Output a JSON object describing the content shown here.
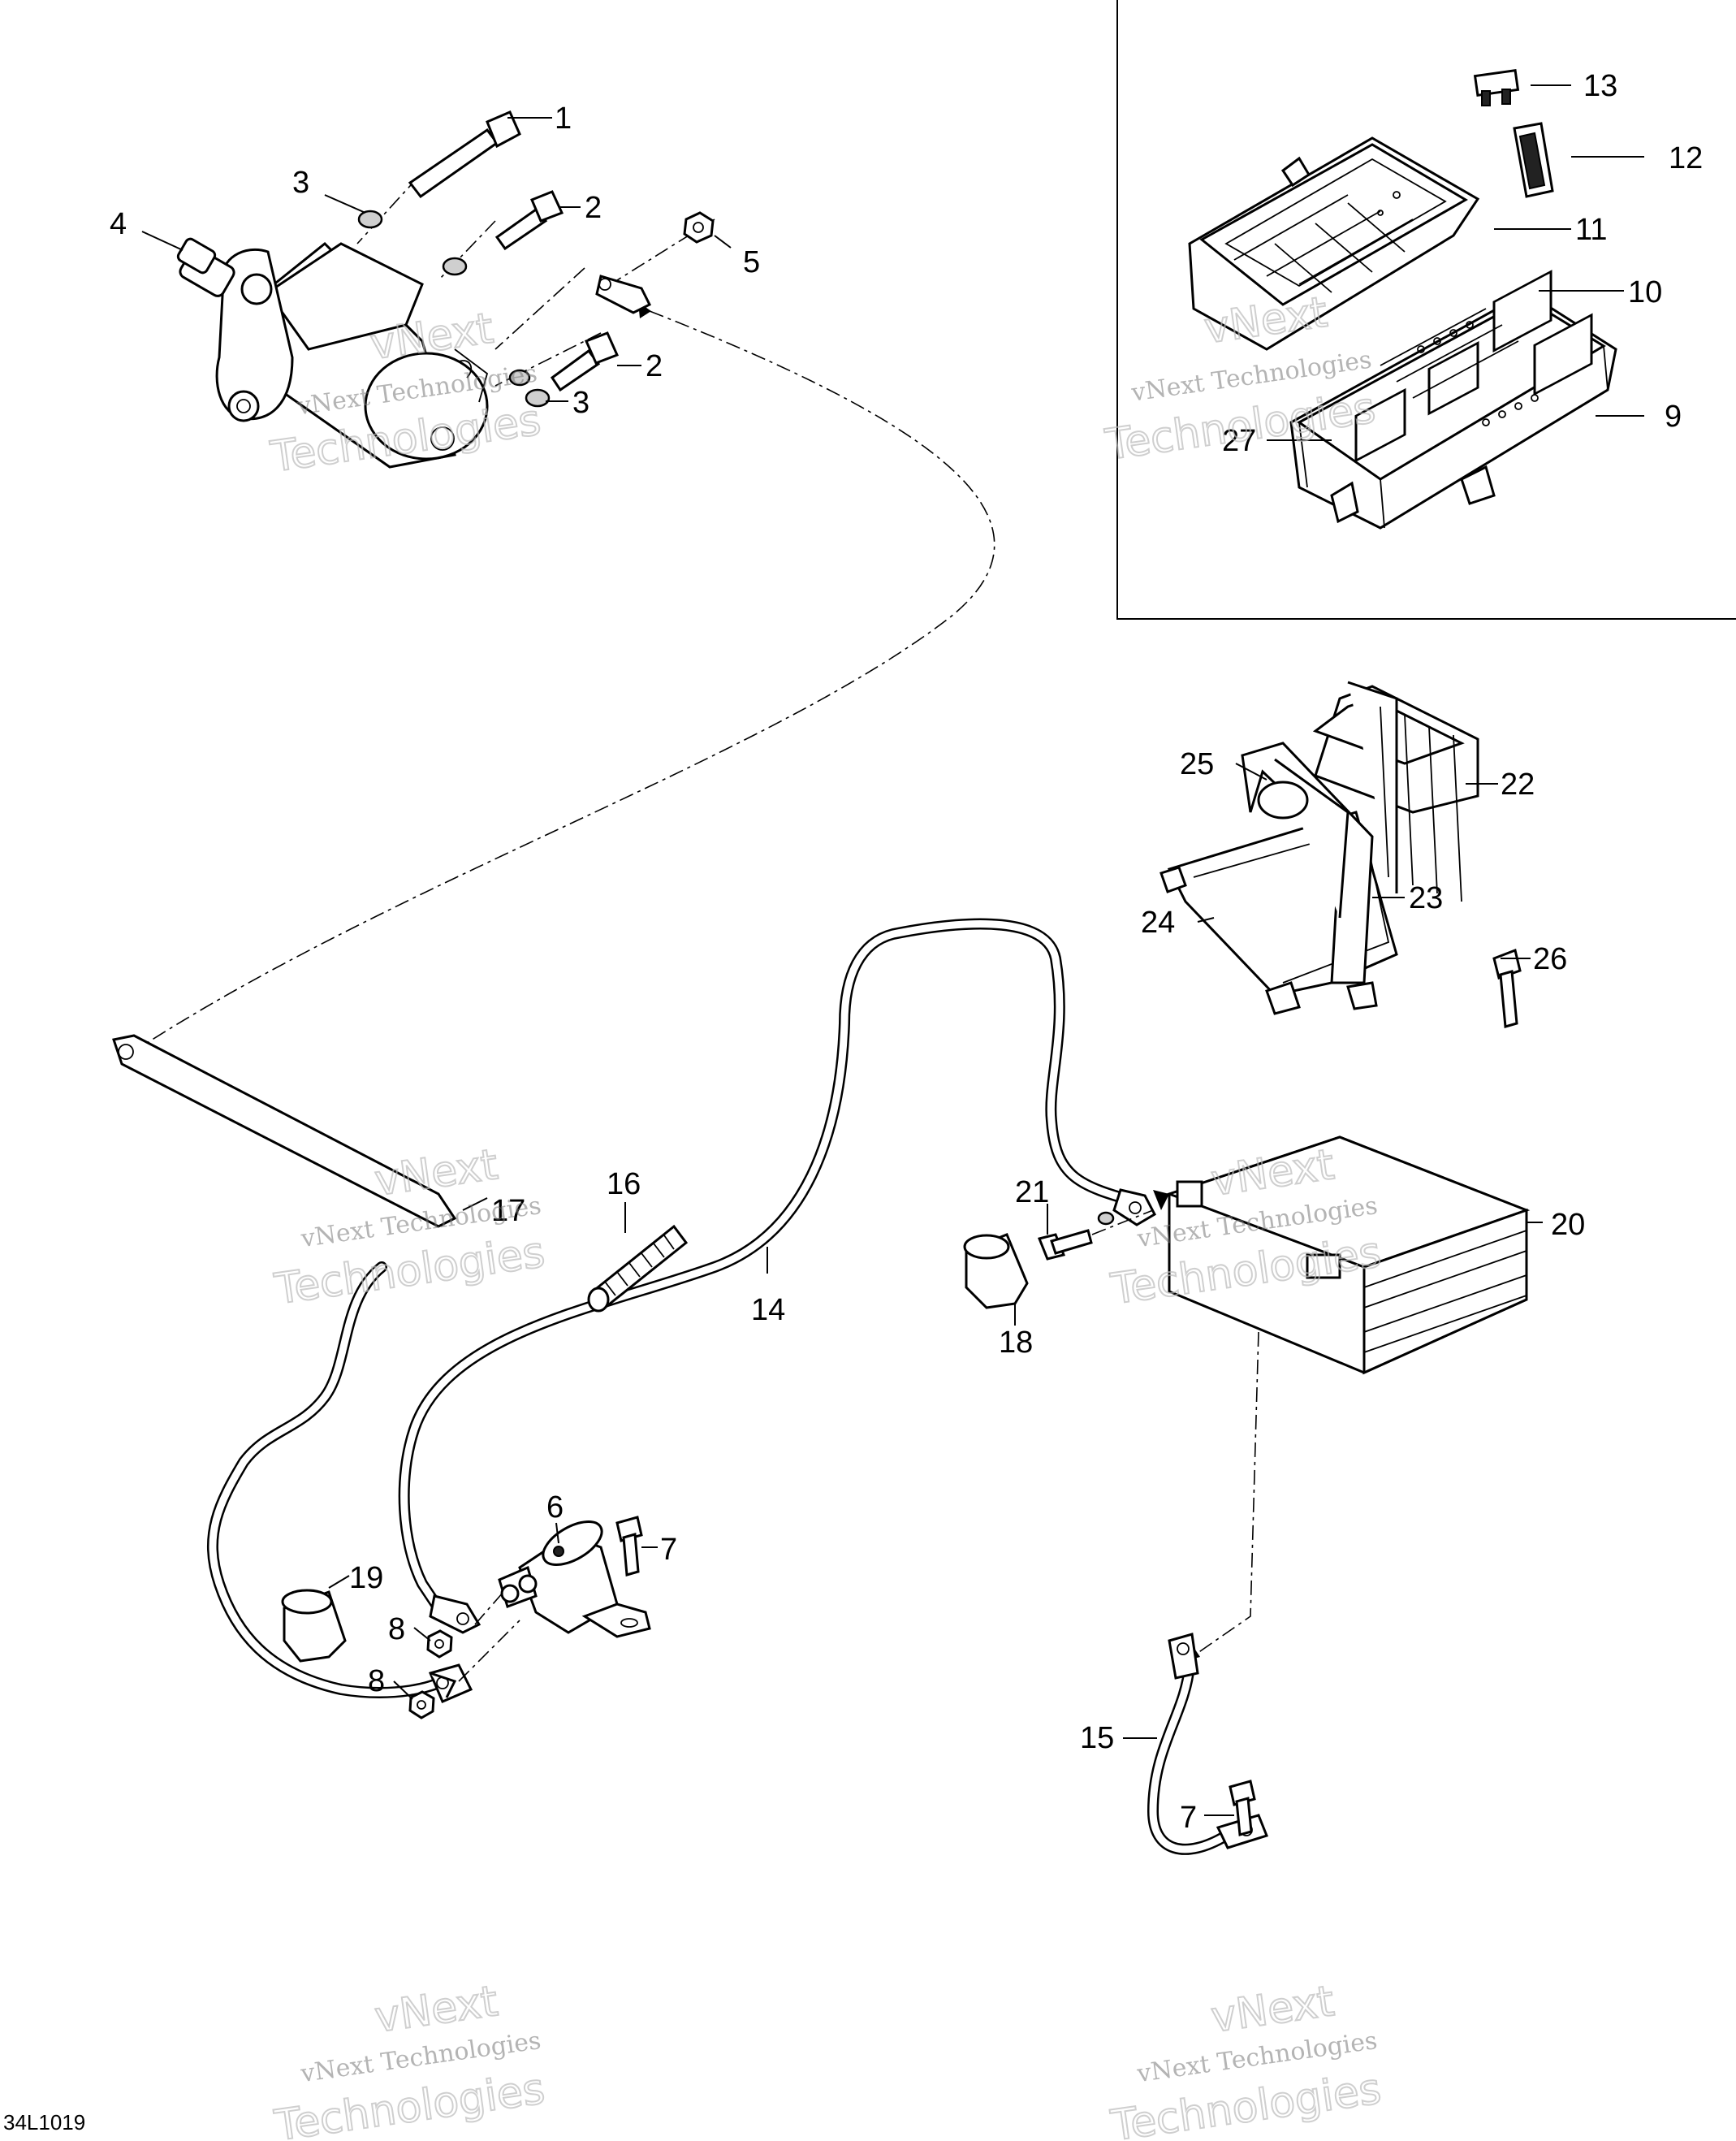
{
  "callouts": {
    "c1": "1",
    "c2a": "2",
    "c2b": "2",
    "c3a": "3",
    "c3b": "3",
    "c4": "4",
    "c5": "5",
    "c6": "6",
    "c7a": "7",
    "c7b": "7",
    "c8a": "8",
    "c8b": "8",
    "c9": "9",
    "c10": "10",
    "c11": "11",
    "c12": "12",
    "c13": "13",
    "c14": "14",
    "c15": "15",
    "c16": "16",
    "c17": "17",
    "c18": "18",
    "c19": "19",
    "c20": "20",
    "c21": "21",
    "c22": "22",
    "c23": "23",
    "c24": "24",
    "c25": "25",
    "c26": "26",
    "c27": "27"
  },
  "watermark": {
    "small": "vNext Technologies",
    "large_line1": "vNext",
    "large_line2": "Technologies"
  },
  "figure_code": "34L1019"
}
